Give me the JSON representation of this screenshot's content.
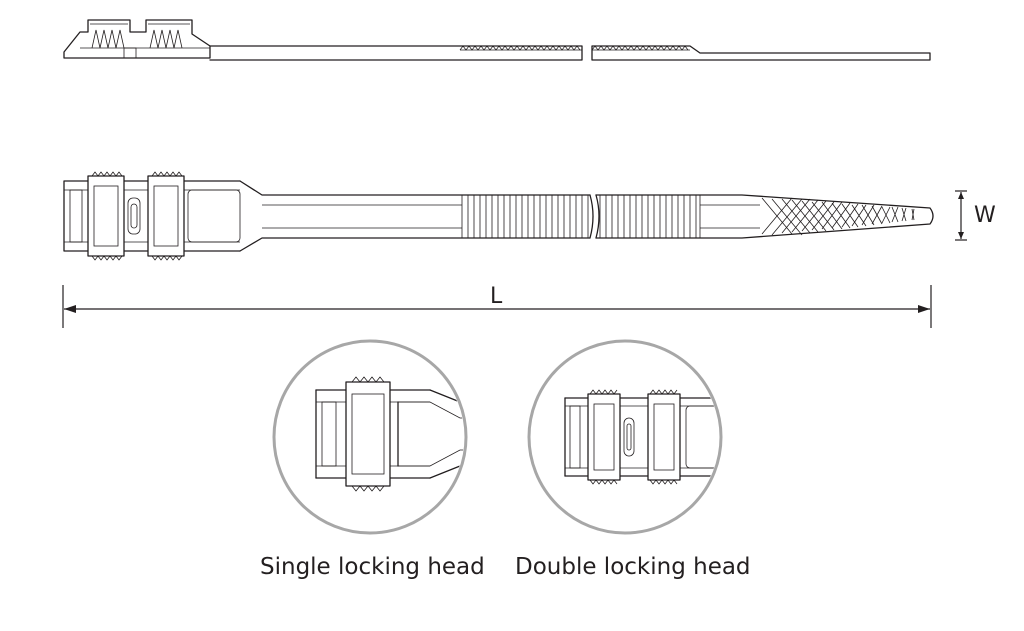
{
  "dimensions": {
    "length_label": "L",
    "width_label": "W"
  },
  "captions": {
    "single": "Single locking head",
    "double": "Double locking head"
  },
  "colors": {
    "line": "#231f20",
    "circle_border": "#a7a7a7",
    "background": "#ffffff"
  }
}
